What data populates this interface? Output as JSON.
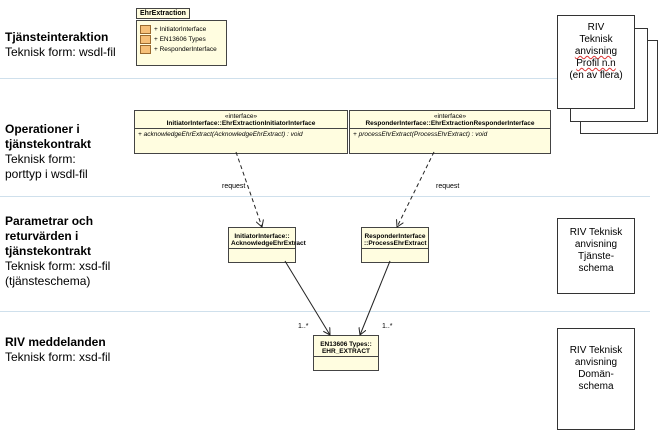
{
  "rows": [
    {
      "title": "Tjänsteinteraktion",
      "subtitle": [
        "Teknisk form: wsdl-fil"
      ]
    },
    {
      "title": "Operationer i tjänstekontrakt",
      "subtitle": [
        "Teknisk form:",
        "porttyp i wsdl-fil"
      ]
    },
    {
      "title": "Parametrar och returvärden i tjänstekontrakt",
      "subtitle": [
        "Teknisk form:  xsd-fil",
        "(tjänsteschema)"
      ]
    },
    {
      "title": "RIV meddelanden",
      "subtitle": [
        "Teknisk form:  xsd-fil"
      ]
    }
  ],
  "package": {
    "name": "EhrExtraction",
    "items": [
      "+ InitiatorInterface",
      "+ EN13606 Types",
      "+ ResponderInterface"
    ]
  },
  "interfaces": [
    {
      "stereotype": "«interface»",
      "name": "InitiatorInterface::EhrExtractionInitiatorInterface",
      "operation": "+    acknowledgeEhrExtract(AcknowledgeEhrExtract) : void"
    },
    {
      "stereotype": "«interface»",
      "name": "ResponderInterface::EhrExtractionResponderInterface",
      "operation": "+    processEhrExtract(ProcessEhrExtract) : void"
    }
  ],
  "classes": [
    {
      "name": "InitiatorInterface::\nAcknowledgeEhrExtract"
    },
    {
      "name": "ResponderInterface\n::ProcessEhrExtract"
    },
    {
      "name": "EN13606 Types::\nEHR_EXTRACT"
    }
  ],
  "labels": {
    "request_left": "request",
    "request_right": "request",
    "mult_left": "1..*",
    "mult_right": "1..*"
  },
  "docs": {
    "profile": [
      "RIV",
      "Teknisk",
      "anvisning",
      "Profil n.n",
      "(en av flera)"
    ],
    "service_schema": [
      "RIV Teknisk",
      "anvisning",
      "Tjänste-",
      "schema"
    ],
    "domain_schema": [
      "RIV Teknisk",
      "anvisning",
      "Domän-",
      "schema"
    ]
  }
}
